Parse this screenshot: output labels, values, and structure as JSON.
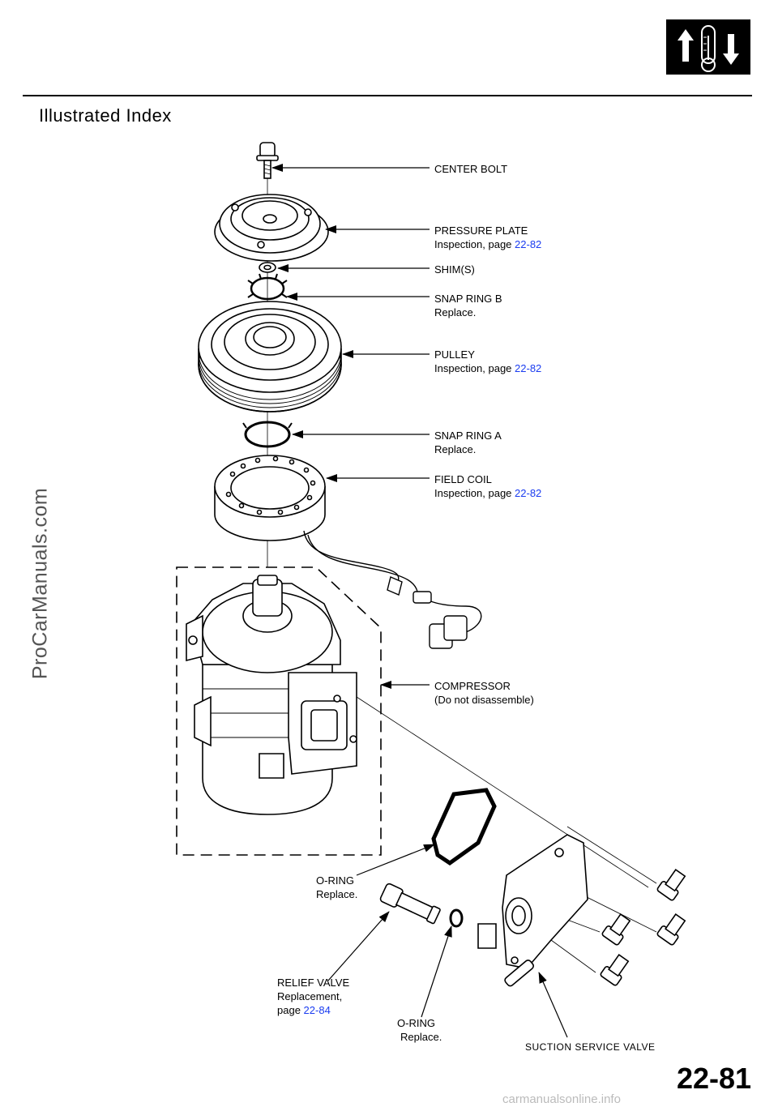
{
  "header": {
    "title": "Illustrated Index"
  },
  "watermark": "ProCarManuals.com",
  "footer": {
    "page_number": "22-81",
    "watermark": "carmanualsonline.info"
  },
  "nav_icon": {
    "name": "temperature-up-down-icon"
  },
  "labels": {
    "center_bolt": {
      "title": "CENTER BOLT"
    },
    "pressure_plate": {
      "title": "PRESSURE PLATE",
      "sub": "Inspection, page ",
      "ref": "22-82"
    },
    "shims": {
      "title": "SHIM(S)"
    },
    "snap_ring_b": {
      "title": "SNAP RING B",
      "sub": "Replace."
    },
    "pulley": {
      "title": "PULLEY",
      "sub": "Inspection, page ",
      "ref": "22-82"
    },
    "snap_ring_a": {
      "title": "SNAP RING A",
      "sub": "Replace."
    },
    "field_coil": {
      "title": "FIELD COIL",
      "sub": "Inspection, page ",
      "ref": "22-82"
    },
    "compressor": {
      "title": "COMPRESSOR",
      "sub": "(Do not disassemble)"
    },
    "o_ring_1": {
      "title": "O-RING",
      "sub": "Replace."
    },
    "relief_valve": {
      "title": "RELIEF VALVE",
      "sub": "Replacement,",
      "sub2": "page ",
      "ref": "22-84"
    },
    "o_ring_2": {
      "title": "O-RING",
      "sub": "Replace."
    },
    "suction_service_valve": {
      "title": "SUCTION SERVICE VALVE"
    }
  }
}
